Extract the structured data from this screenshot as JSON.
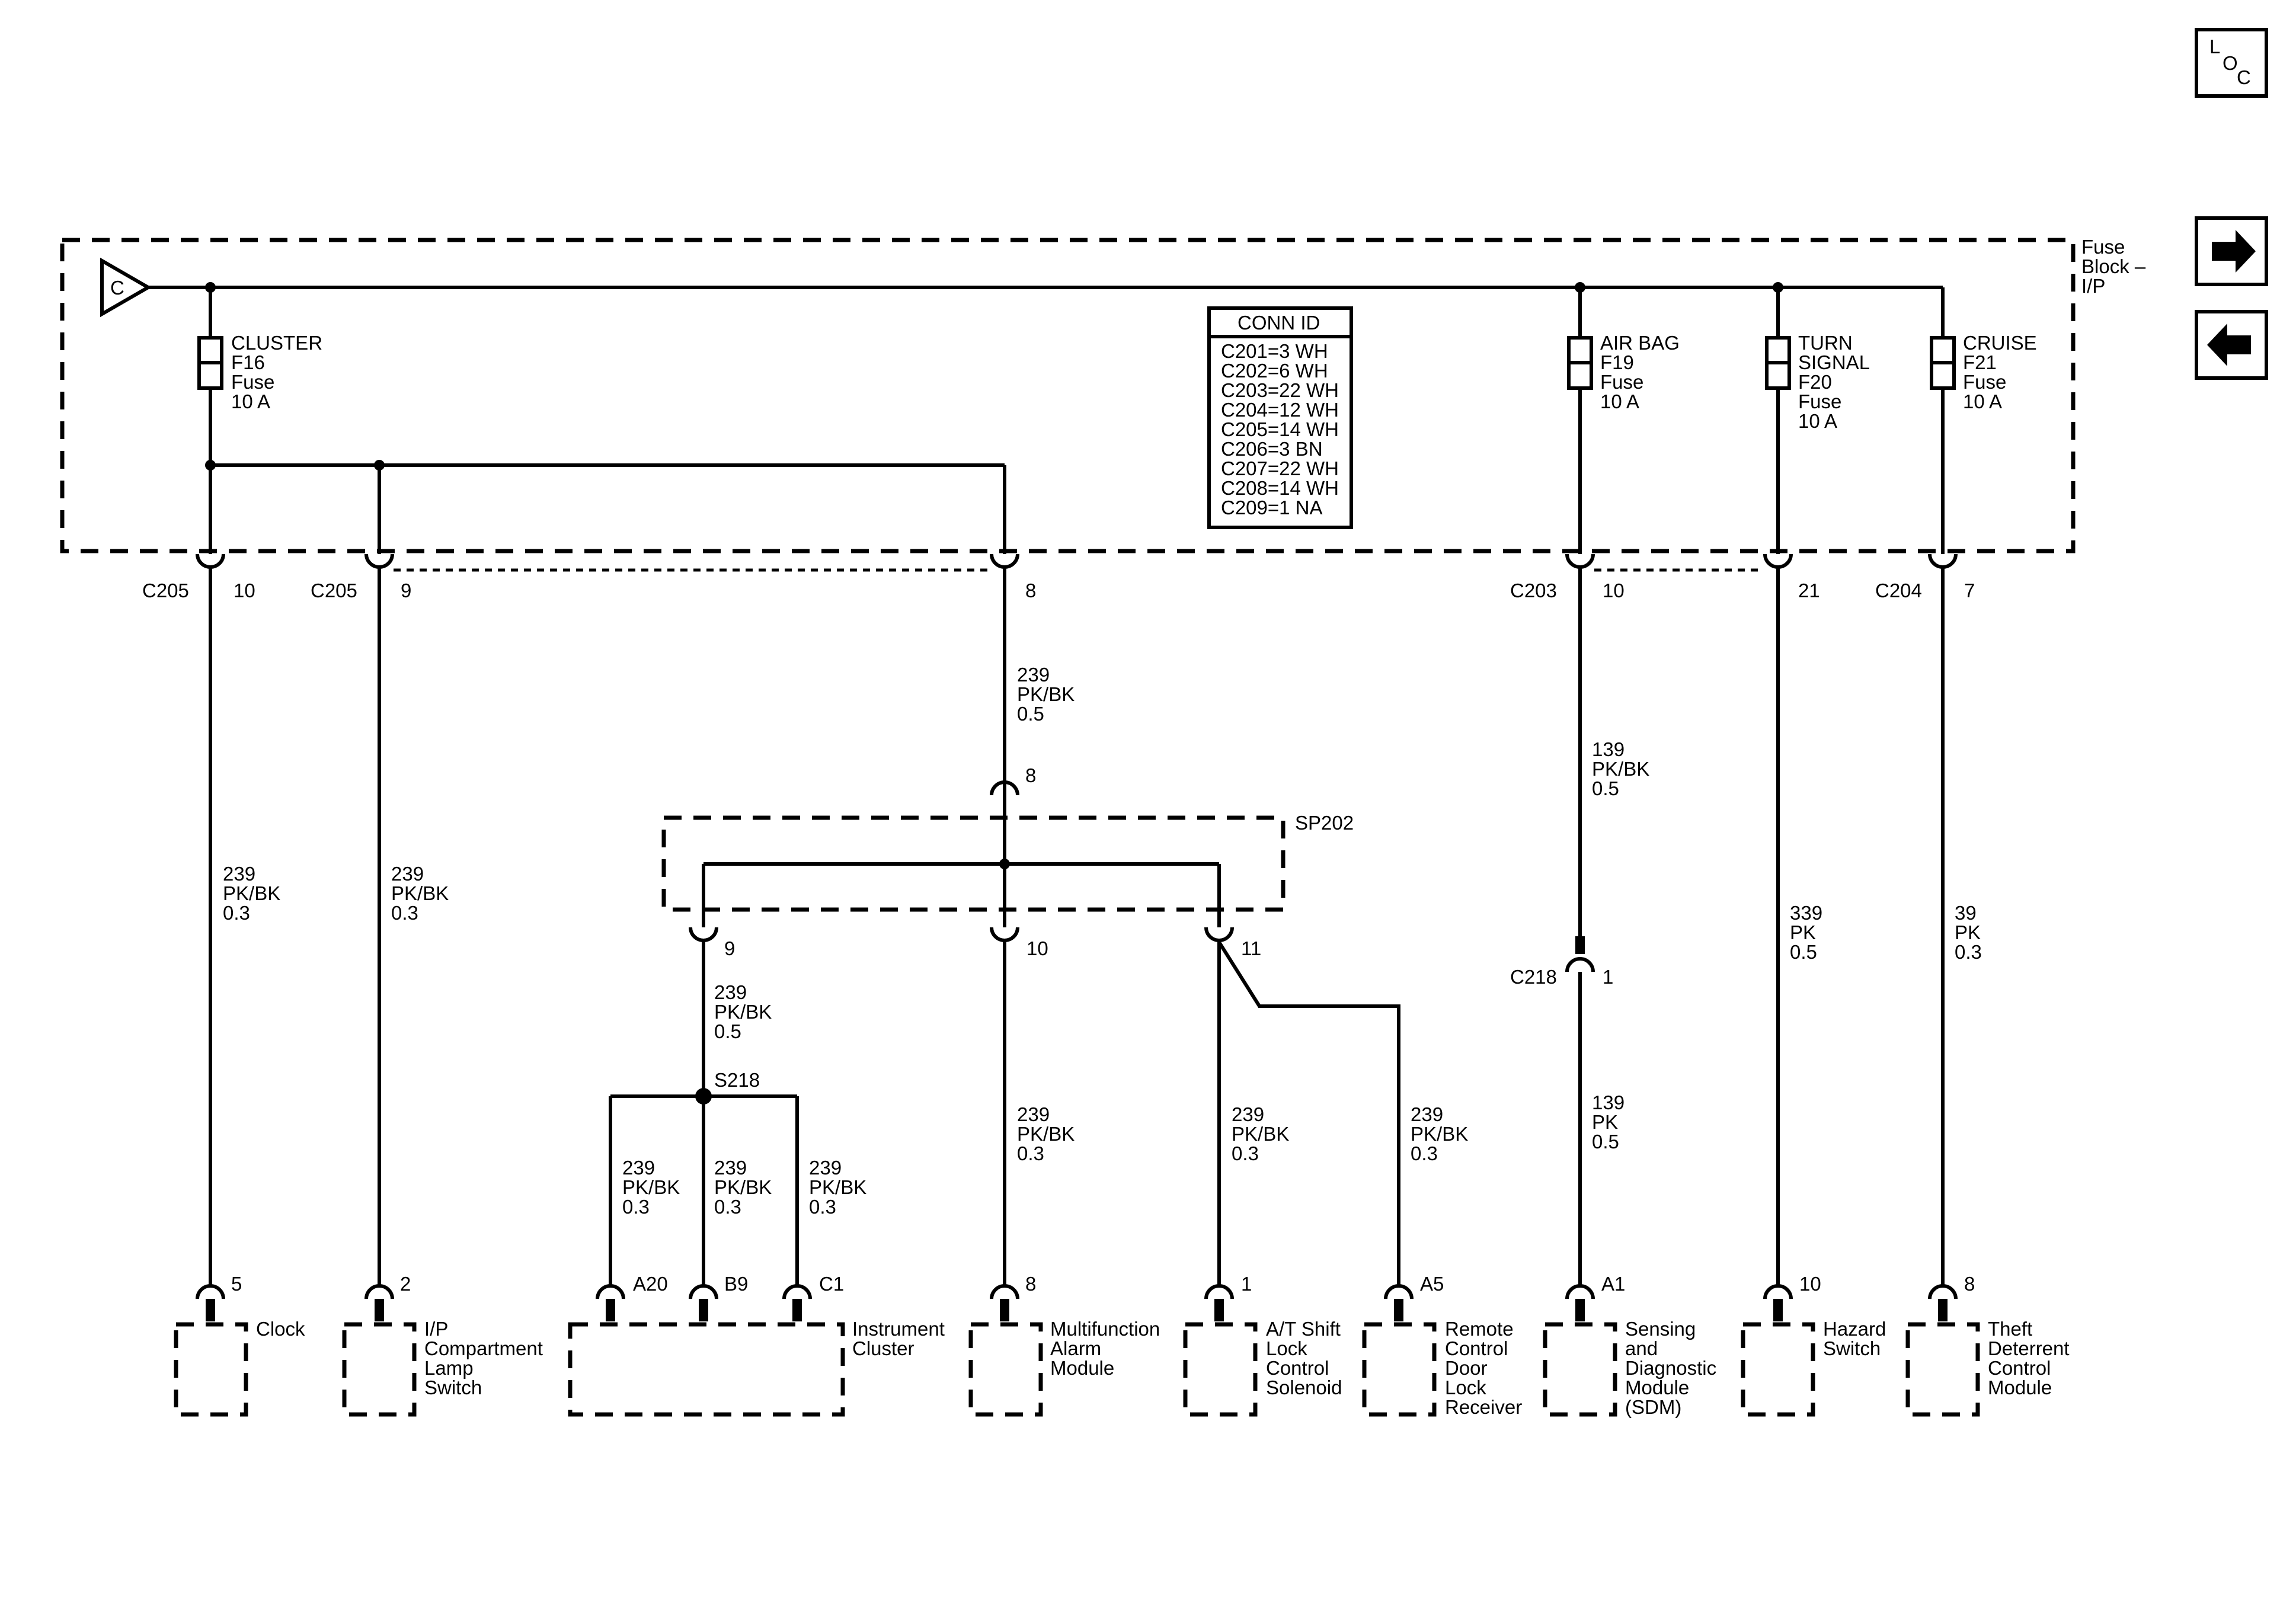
{
  "loc_label": [
    "L",
    "O",
    "C"
  ],
  "nav": {
    "forward_icon": "arrow-right-icon",
    "back_icon": "arrow-left-icon"
  },
  "source_label": "C",
  "fuse_block_label": [
    "Fuse",
    "Block –",
    "I/P"
  ],
  "conn_id": {
    "title": "CONN ID",
    "rows": [
      "C201=3 WH",
      "C202=6 WH",
      "C203=22 WH",
      "C204=12 WH",
      "C205=14 WH",
      "C206=3 BN",
      "C207=22 WH",
      "C208=14 WH",
      "C209=1 NA"
    ]
  },
  "fuses": [
    {
      "lines": [
        "CLUSTER",
        "F16",
        "Fuse",
        "10 A"
      ]
    },
    {
      "lines": [
        "AIR BAG",
        "F19",
        "Fuse",
        "10 A"
      ]
    },
    {
      "lines": [
        "TURN",
        "SIGNAL",
        "F20",
        "Fuse",
        "10 A"
      ]
    },
    {
      "lines": [
        "CRUISE",
        "F21",
        "Fuse",
        "10 A"
      ]
    }
  ],
  "connectors": {
    "c205a": {
      "name": "C205",
      "pin": "10"
    },
    "c205b": {
      "name": "C205",
      "pin": "9"
    },
    "c205c": {
      "pin": "8"
    },
    "c203a": {
      "name": "C203",
      "pin": "10"
    },
    "c203b": {
      "pin": "21"
    },
    "c204": {
      "name": "C204",
      "pin": "7"
    },
    "sp_in": {
      "pin": "8"
    },
    "sp_9": {
      "pin": "9"
    },
    "sp_10": {
      "pin": "10"
    },
    "sp_11": {
      "pin": "11"
    },
    "c218": {
      "name": "C218",
      "pin": "1"
    }
  },
  "splice_pack": "SP202",
  "splice": "S218",
  "wires": {
    "w_sp_feed": [
      "239",
      "PK/BK",
      "0.5"
    ],
    "w_clock": [
      "239",
      "PK/BK",
      "0.3"
    ],
    "w_lamp": [
      "239",
      "PK/BK",
      "0.3"
    ],
    "w_s218": [
      "239",
      "PK/BK",
      "0.5"
    ],
    "w_a20": [
      "239",
      "PK/BK",
      "0.3"
    ],
    "w_b9": [
      "239",
      "PK/BK",
      "0.3"
    ],
    "w_c1": [
      "239",
      "PK/BK",
      "0.3"
    ],
    "w_alarm": [
      "239",
      "PK/BK",
      "0.3"
    ],
    "w_shift": [
      "239",
      "PK/BK",
      "0.3"
    ],
    "w_rcdl": [
      "239",
      "PK/BK",
      "0.3"
    ],
    "w_sdm_up": [
      "139",
      "PK/BK",
      "0.5"
    ],
    "w_sdm_low": [
      "139",
      "PK",
      "0.5"
    ],
    "w_hazard": [
      "339",
      "PK",
      "0.5"
    ],
    "w_theft": [
      "39",
      "PK",
      "0.3"
    ]
  },
  "component_pins": {
    "clock": "5",
    "lamp": "2",
    "a20": "A20",
    "b9": "B9",
    "c1": "C1",
    "alarm": "8",
    "shift": "1",
    "rcdl": "A5",
    "sdm": "A1",
    "hazard": "10",
    "theft": "8"
  },
  "components": {
    "clock": [
      "Clock"
    ],
    "lamp": [
      "I/P",
      "Compartment",
      "Lamp",
      "Switch"
    ],
    "cluster": [
      "Instrument",
      "Cluster"
    ],
    "alarm": [
      "Multifunction",
      "Alarm",
      "Module"
    ],
    "shift": [
      "A/T Shift",
      "Lock",
      "Control",
      "Solenoid"
    ],
    "rcdl": [
      "Remote",
      "Control",
      "Door",
      "Lock",
      "Receiver"
    ],
    "sdm": [
      "Sensing",
      "and",
      "Diagnostic",
      "Module",
      "(SDM)"
    ],
    "hazard": [
      "Hazard",
      "Switch"
    ],
    "theft": [
      "Theft",
      "Deterrent",
      "Control",
      "Module"
    ]
  }
}
